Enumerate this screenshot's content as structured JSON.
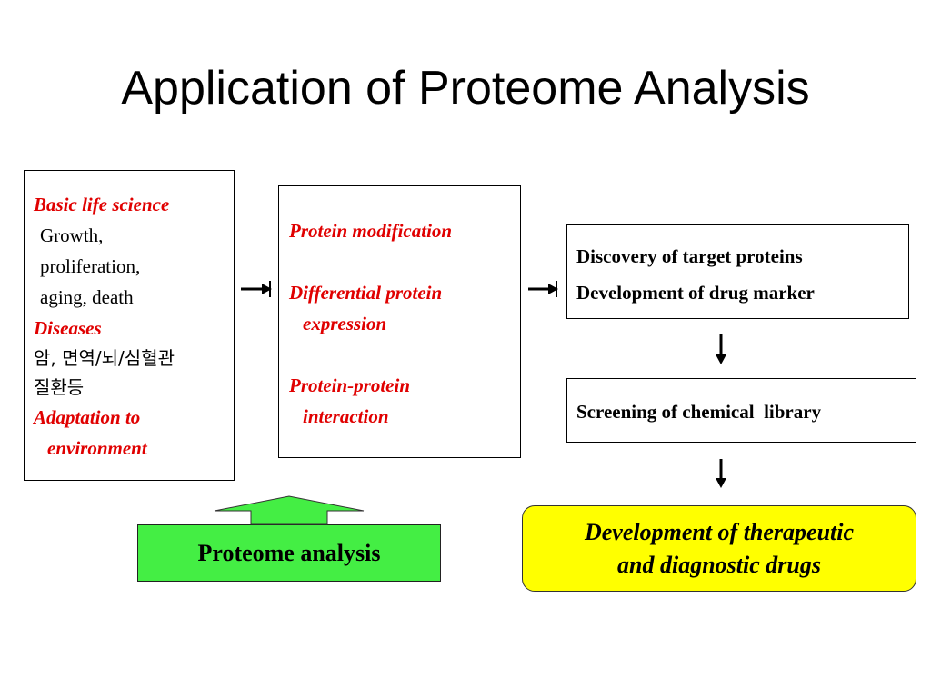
{
  "title": "Application of Proteome Analysis",
  "colors": {
    "emphasis_text": "#e00000",
    "result_box_fill": "#ffff00",
    "proteome_fill": "#44ee44",
    "up_arrow_fill": "#44ee44"
  },
  "life_science_box": {
    "basic_heading": "Basic life science",
    "basic_lines": [
      "Growth,",
      "proliferation,",
      "aging, death"
    ],
    "diseases_heading": "Diseases",
    "diseases_lines": [
      "암, 면역/뇌/심혈관",
      "질환등"
    ],
    "adaptation_heading_line1": "Adaptation to",
    "adaptation_heading_line2": "environment"
  },
  "protein_box": {
    "item1": "Protein modification",
    "item2_line1": "Differential protein",
    "item2_line2": "expression",
    "item3_line1": "Protein-protein",
    "item3_line2": "interaction"
  },
  "discovery_box": {
    "line1": "Discovery of target proteins",
    "line2": "Development of drug marker"
  },
  "screening_box": {
    "line1": "Screening of chemical  library"
  },
  "development_box": {
    "line1": "Development of therapeutic",
    "line2": "and diagnostic drugs"
  },
  "proteome_box": {
    "label": "Proteome analysis"
  }
}
